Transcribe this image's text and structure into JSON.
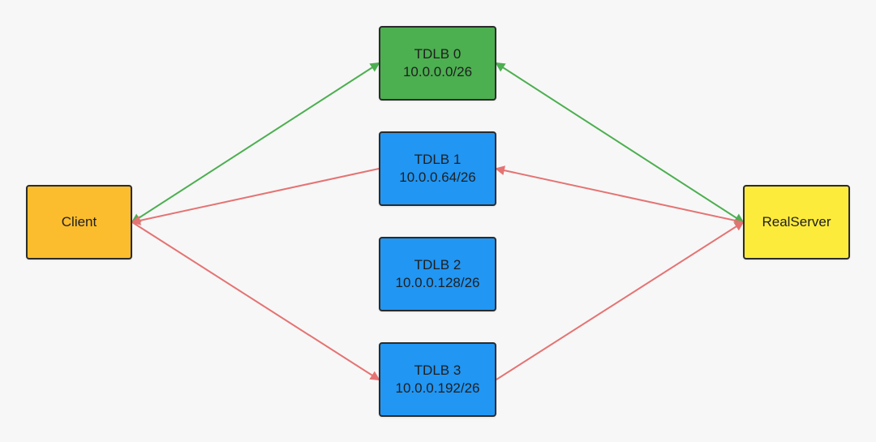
{
  "colors": {
    "client": "#fbbd2e",
    "realserver": "#fdeb3b",
    "tdlb_active": "#4caf50",
    "tdlb_standby": "#2196f3",
    "edge_active": "#4caf50",
    "edge_standby": "#e57373"
  },
  "nodes": {
    "client": {
      "label": "Client"
    },
    "realserver": {
      "label": "RealServer"
    },
    "tdlb": [
      {
        "name": "TDLB 0",
        "subnet": "10.0.0.0/26",
        "status": "active"
      },
      {
        "name": "TDLB 1",
        "subnet": "10.0.0.64/26",
        "status": "standby"
      },
      {
        "name": "TDLB 2",
        "subnet": "10.0.0.128/26",
        "status": "standby"
      },
      {
        "name": "TDLB 3",
        "subnet": "10.0.0.192/26",
        "status": "standby"
      }
    ]
  },
  "edges": [
    {
      "from": "client",
      "to": "tdlb0",
      "color": "edge_active",
      "bidirectional": true
    },
    {
      "from": "tdlb0",
      "to": "realserver",
      "color": "edge_active",
      "bidirectional": true
    },
    {
      "from": "tdlb1",
      "to": "client",
      "color": "edge_standby",
      "bidirectional": false
    },
    {
      "from": "realserver",
      "to": "tdlb1",
      "color": "edge_standby",
      "bidirectional": false
    },
    {
      "from": "client",
      "to": "tdlb3",
      "color": "edge_standby",
      "bidirectional": false
    },
    {
      "from": "tdlb3",
      "to": "realserver",
      "color": "edge_standby",
      "bidirectional": false
    }
  ]
}
